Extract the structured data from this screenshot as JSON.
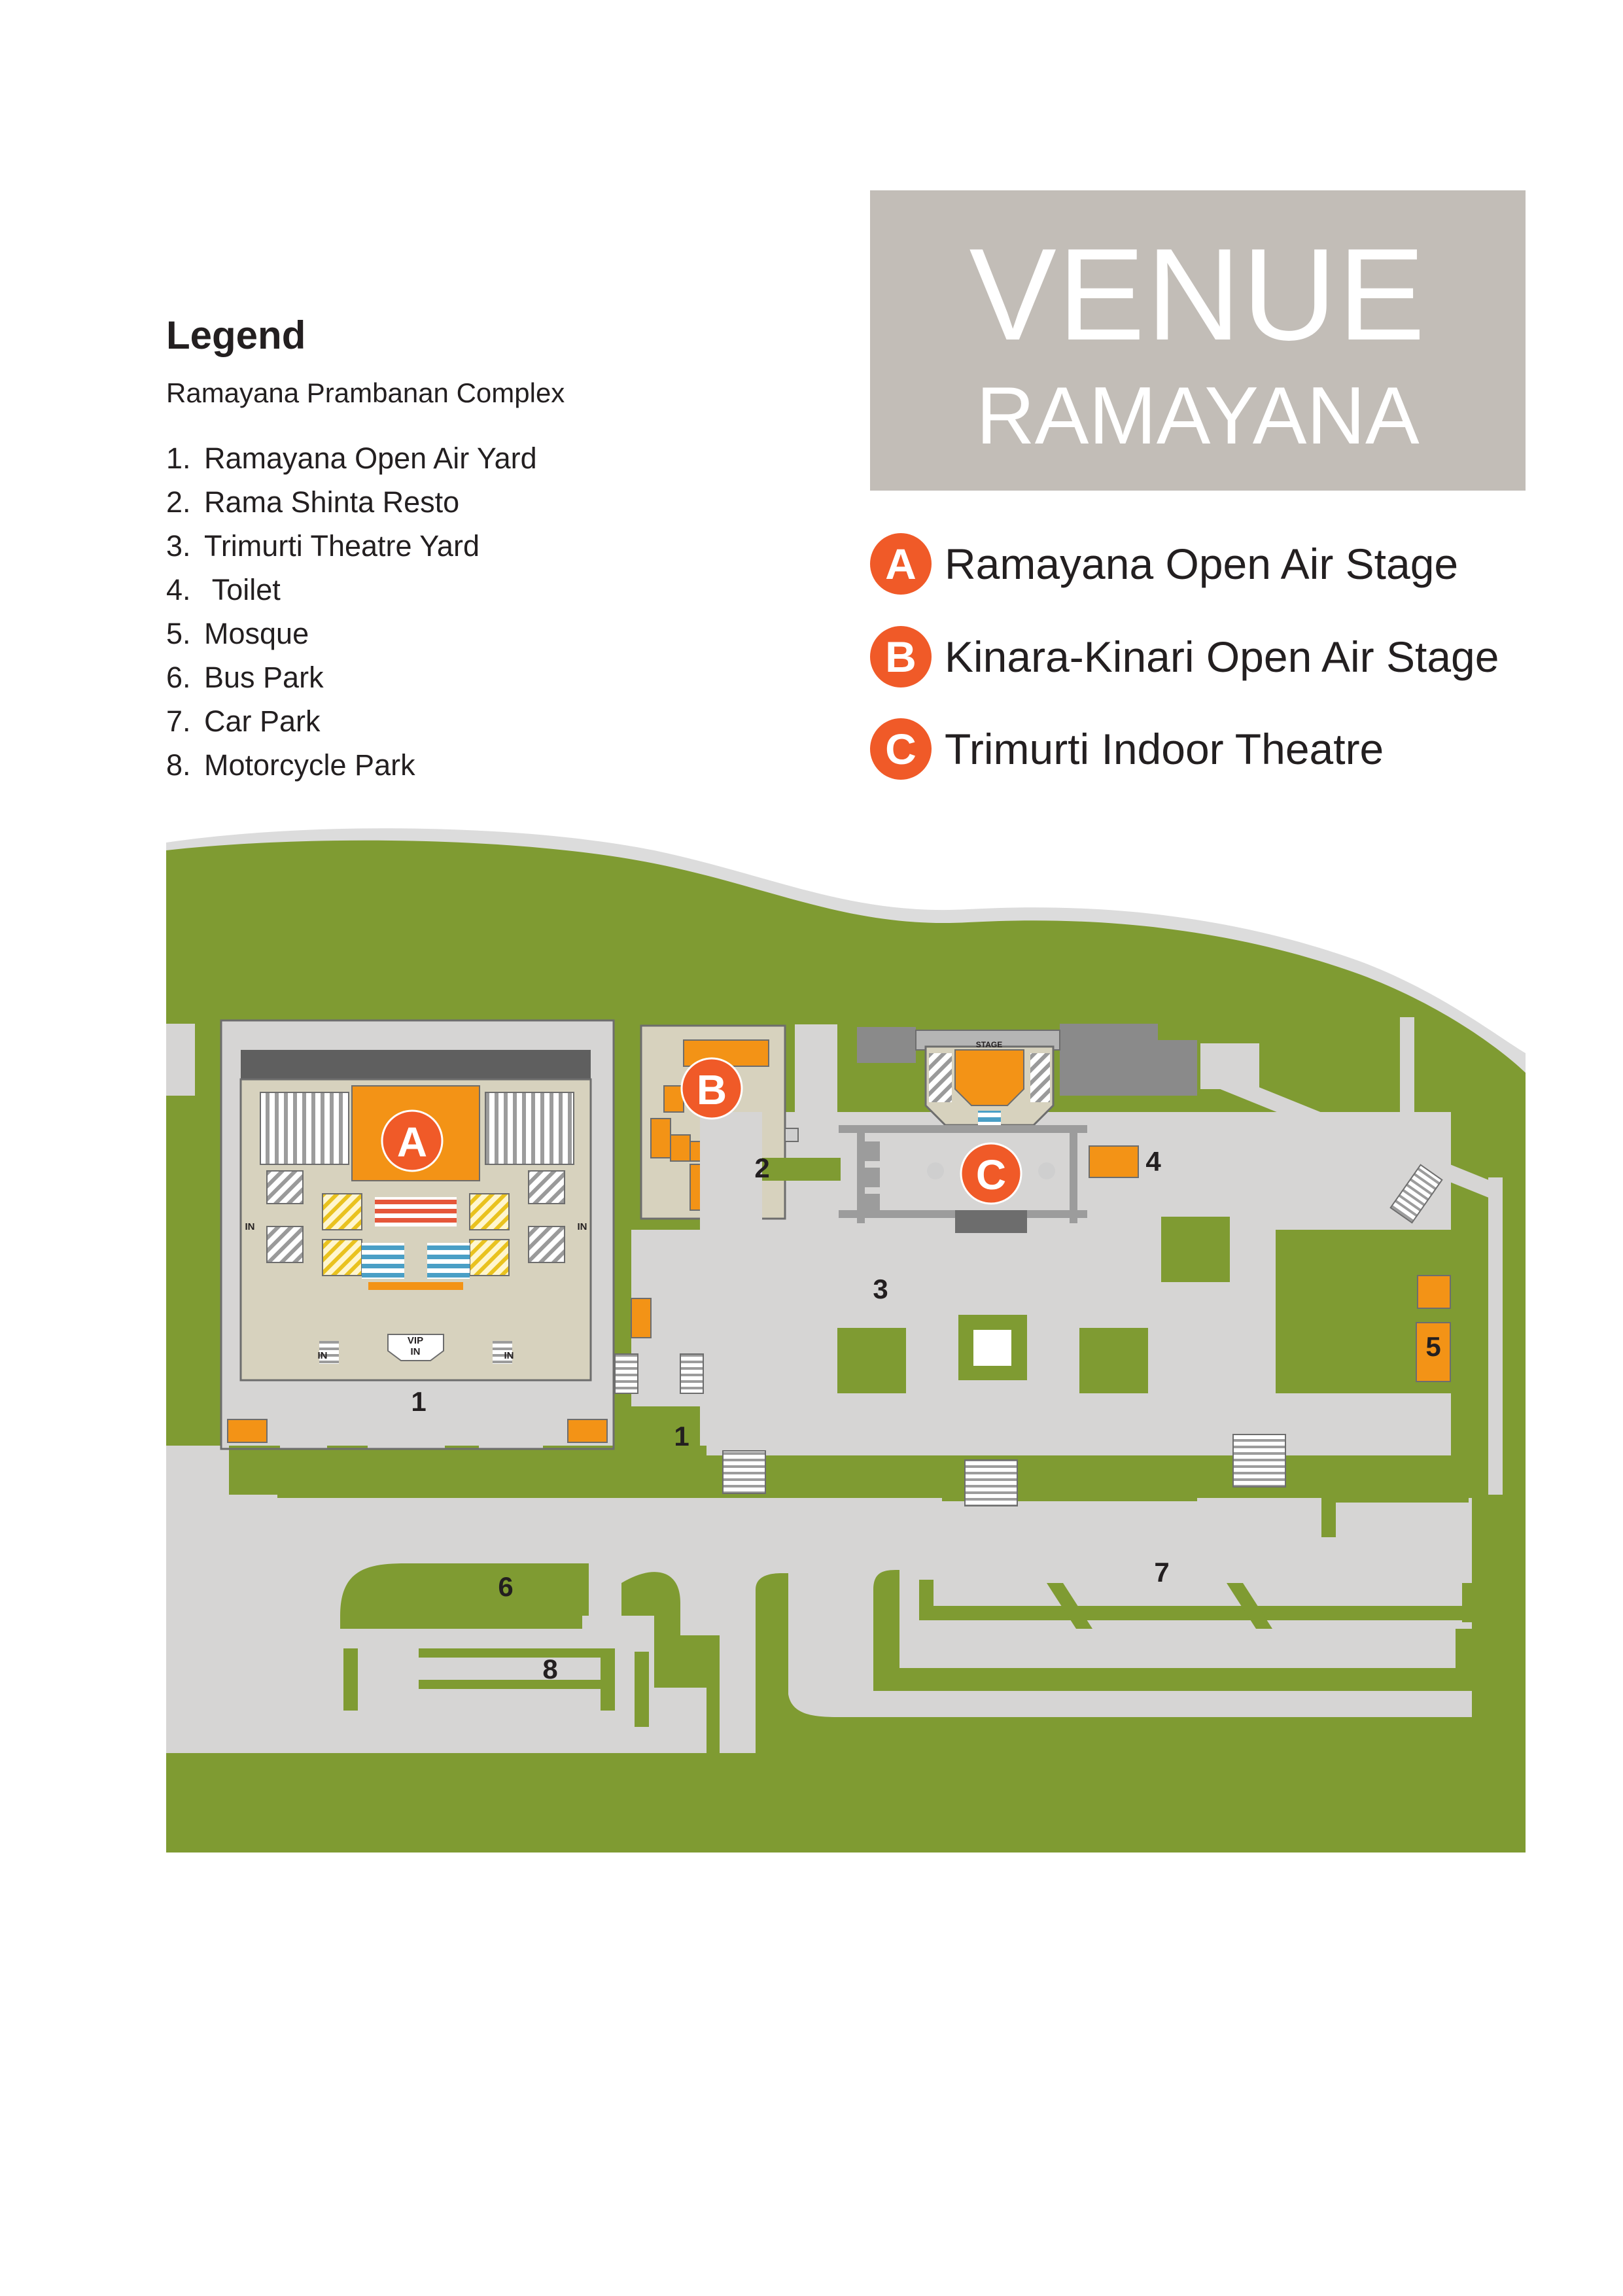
{
  "legend": {
    "title": "Legend",
    "subtitle": "Ramayana Prambanan Complex",
    "items": [
      {
        "num": "1.",
        "label": "Ramayana Open Air Yard"
      },
      {
        "num": "2.",
        "label": "Rama Shinta Resto"
      },
      {
        "num": "3.",
        "label": "Trimurti Theatre Yard"
      },
      {
        "num": "4.",
        "label": " Toilet"
      },
      {
        "num": "5.",
        "label": "Mosque"
      },
      {
        "num": "6.",
        "label": "Bus Park"
      },
      {
        "num": "7.",
        "label": "Car Park"
      },
      {
        "num": "8.",
        "label": "Motorcycle Park"
      }
    ]
  },
  "venue": {
    "title": "VENUE",
    "subtitle": "RAMAYANA"
  },
  "stages": [
    {
      "letter": "A",
      "name": "Ramayana Open Air Stage"
    },
    {
      "letter": "B",
      "name": "Kinara-Kinari Open Air Stage"
    },
    {
      "letter": "C",
      "name": "Trimurti Indoor Theatre"
    }
  ],
  "map": {
    "markers": {
      "yard_1": "1",
      "yard_1b": "1",
      "resto_2": "2",
      "theatre_yard_3": "3",
      "toilet_4": "4",
      "mosque_5": "5",
      "bus_park_6": "6",
      "car_park_7": "7",
      "moto_park_8": "8",
      "stage_a": "A",
      "stage_b": "B",
      "stage_c": "C"
    },
    "entrances": {
      "in": "IN",
      "vip": "VIP",
      "vip_in": "IN",
      "stage_sign": "STAGE"
    }
  },
  "colors": {
    "grass": "#7f9b32",
    "paving": "#d6d5d4",
    "building": "#d7d2be",
    "orange": "#f39316",
    "accent": "#f05a28",
    "venue_box": "#c2bdb7",
    "dark_roof": "#5f5f5f",
    "seat_blue": "#4a9fc6",
    "seat_red": "#e5573a",
    "seat_yellow": "#e9c21f"
  }
}
